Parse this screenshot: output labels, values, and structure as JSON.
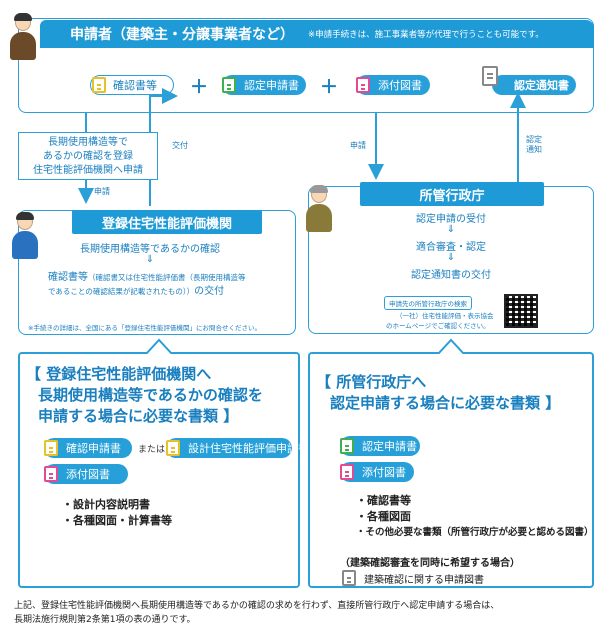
{
  "applicant": {
    "title": "申請者（建築主・分譲事業者など）",
    "note": "※申請手続きは、施工事業者等が代理で行うことも可能です。",
    "doc_confirm": "確認書等",
    "plus1": "＋",
    "doc_nintei": "認定申請書",
    "plus2": "＋",
    "doc_tenpu": "添付図書",
    "doc_tsuchi": "認定通知書"
  },
  "flows": {
    "left_box_lines": [
      "長期使用構造等で",
      "あるかの確認を登録",
      "住宅性能評価機関へ申請"
    ],
    "left_shinsei": "申請",
    "koufu": "交付",
    "mid_shinsei": "申請",
    "nintei_tsuchi": [
      "認定",
      "通知"
    ]
  },
  "agency": {
    "title": "登録住宅性能評価機関",
    "line1": "長期使用構造等であるかの確認",
    "arrow": "⇓",
    "line2_main": "確認書等",
    "line2_paren": "（確認書又は住宅性能評価書（長期使用構造等",
    "line3_paren": "であることの確認結果が記載されたもの））",
    "line3_tail": "の交付",
    "note": "※手続きの詳細は、全国にある「登録住宅性能評価機関」にお問合せください。"
  },
  "gov": {
    "title": "所管行政庁",
    "step1": "認定申請の受付",
    "arrow1": "⇓",
    "step2": "適合審査・認定",
    "arrow2": "⇓",
    "step3": "認定通知書の交付",
    "search_label": "申請先の所管行政庁の検索",
    "search_note1": "（一社）住宅性能評価・表示協会",
    "search_note2": "のホームページでご確認ください。"
  },
  "left_req": {
    "headline": [
      "【 登録住宅性能評価機関へ",
      "長期使用構造等であるかの確認を",
      "申請する場合に必要な書類 】"
    ],
    "pill1": "確認申請書",
    "or_text": "または",
    "pill2": "設計住宅性能評価申請書",
    "pill3": "添付図書",
    "items": [
      "・設計内容説明書",
      "・各種図面・計算書等"
    ]
  },
  "right_req": {
    "headline": [
      "【 所管行政庁へ",
      "認定申請する場合に必要な書類 】"
    ],
    "pill1": "認定申請書",
    "pill2": "添付図書",
    "items": [
      "・確認書等",
      "・各種図面",
      "・その他必要な書類（所管行政庁が必要と認める図書）"
    ],
    "sub_heading": "（建築確認審査を同時に希望する場合）",
    "sub_item": "建築確認に関する申請図書"
  },
  "footer": {
    "line1": "上記、登録住宅性能評価機関へ長期使用構造等であるかの確認の求めを行わず、直接所管行政庁へ認定申請する場合は、",
    "line2": "長期法施行規則第2条第1項の表の通りです。"
  }
}
